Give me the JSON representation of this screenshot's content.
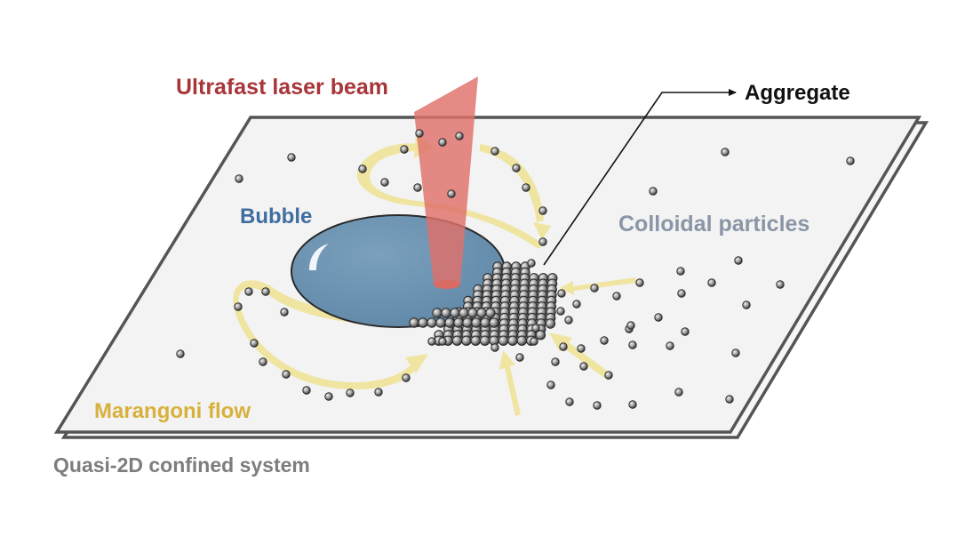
{
  "labels": {
    "laser": "Ultrafast laser beam",
    "aggregate": "Aggregate",
    "bubble": "Bubble",
    "colloidal": "Colloidal particles",
    "marangoni": "Marangoni flow",
    "system": "Quasi-2D confined system"
  },
  "colors": {
    "laser_text": "#a8353a",
    "laser_beam": "#e0706a",
    "bubble_text": "#3f6ea0",
    "bubble_fill": "#6f96b5",
    "colloidal_text": "#8a96a6",
    "marangoni_text": "#d8b13c",
    "flow_arrow": "#f0e6a6",
    "system_text": "#7d7d7d",
    "plate_edge": "#555555",
    "plate_fill": "#f4f4f4",
    "particle": "#9a9a9a"
  }
}
